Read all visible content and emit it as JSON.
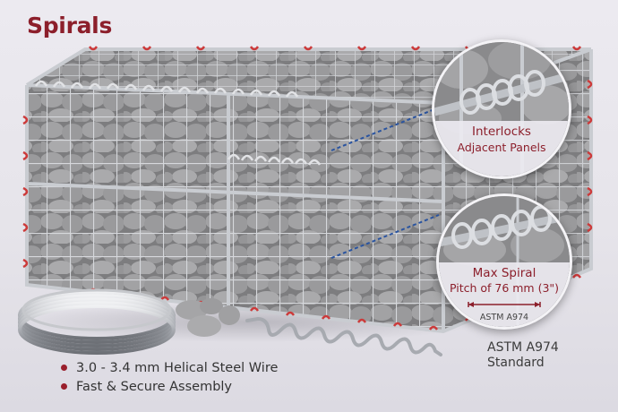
{
  "title": "Spirals",
  "colors": {
    "brand": "#8c1f2b",
    "wire": "#b9bcc2",
    "stone": "#8d8d8d",
    "spiral_red": "#cc3a3a",
    "tie_blue": "#2a54a0",
    "background": "#e8e6ec"
  },
  "callouts": [
    {
      "line1": "Interlocks",
      "line2": "Adjacent Panels"
    },
    {
      "line1": "Max Spiral",
      "line2": "Pitch of 76 mm (3\")",
      "dimension_label": "ASTM A974"
    }
  ],
  "standard": {
    "line1": "ASTM A974",
    "line2": "Standard"
  },
  "features": [
    "3.0 - 3.4 mm Helical Steel Wire",
    "Fast & Secure Assembly"
  ],
  "objects": {
    "main": "gabion-basket-icon",
    "coil": "wire-coil-icon",
    "stones": "stones-icon",
    "spiral": "helical-spiral-icon"
  }
}
